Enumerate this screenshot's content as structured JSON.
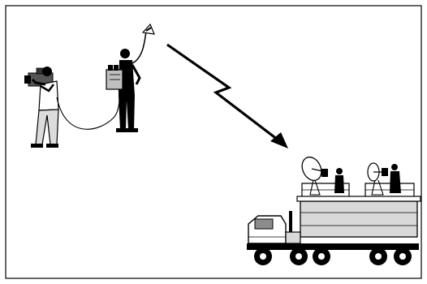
{
  "diagram": {
    "figures": {
      "camera_operator": {
        "icon": "camera-operator-figure"
      },
      "backpack_transmitter": {
        "icon": "backpack-transmitter-figure"
      },
      "broadcast_truck": {
        "icon": "satellite-uplink-truck"
      }
    },
    "link": {
      "icon": "lightning-bolt-arrow"
    },
    "colors": {
      "ink": "#000000",
      "paper": "#ffffff",
      "shade": "#cfcfcf",
      "dark_shade": "#8c8c8c"
    }
  }
}
